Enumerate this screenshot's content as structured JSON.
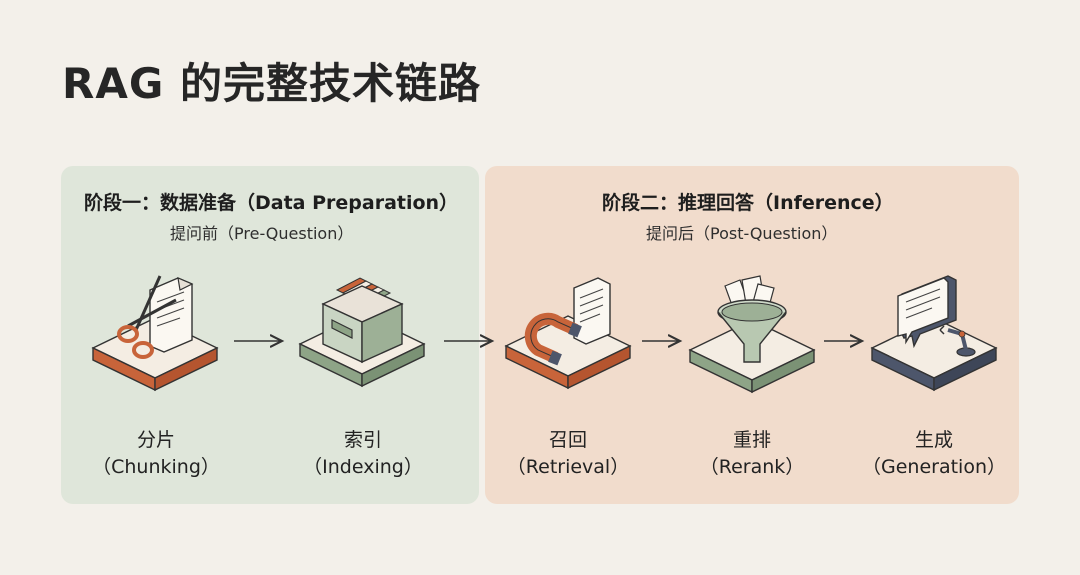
{
  "title": "RAG 的完整技术链路",
  "phases": [
    {
      "title": "阶段一：数据准备（Data Preparation）",
      "subtitle": "提问前（Pre-Question）"
    },
    {
      "title": "阶段二：推理回答（Inference）",
      "subtitle": "提问后（Post-Question）"
    }
  ],
  "steps": [
    {
      "name": "分片",
      "en": "（Chunking）",
      "icon": "scissors-document-icon"
    },
    {
      "name": "索引",
      "en": "（Indexing）",
      "icon": "file-box-icon"
    },
    {
      "name": "召回",
      "en": "（Retrieval）",
      "icon": "magnet-document-icon"
    },
    {
      "name": "重排",
      "en": "（Rerank）",
      "icon": "funnel-documents-icon"
    },
    {
      "name": "生成",
      "en": "（Generation）",
      "icon": "chat-robot-arm-icon"
    }
  ],
  "colors": {
    "background": "#f3f0ea",
    "prep_panel": "#dfe6da",
    "inference_panel": "#f1dccc",
    "orange": "#c8643a",
    "green": "#8ea487",
    "slate": "#4d566b"
  }
}
